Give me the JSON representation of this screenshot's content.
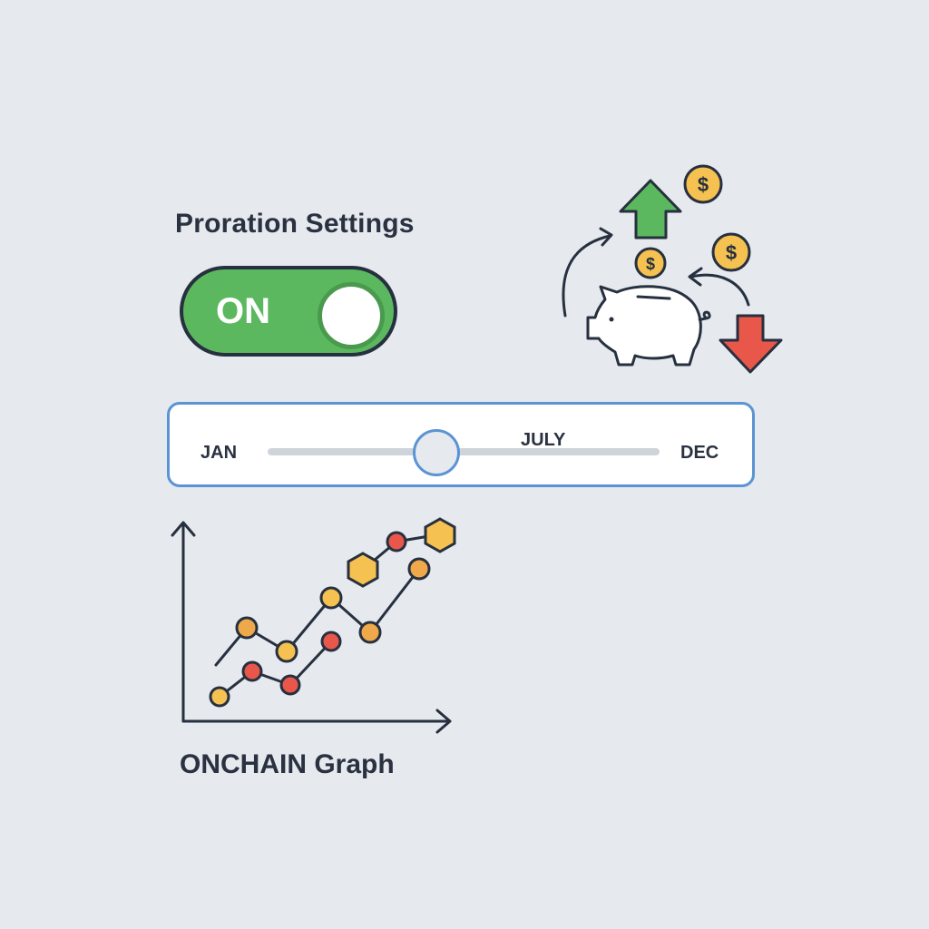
{
  "settings": {
    "title": "Proration Settings",
    "toggle": {
      "label": "ON",
      "state": "on",
      "color": "#5cb85f"
    }
  },
  "illustration": {
    "name": "piggy-bank-cashflow",
    "icons": [
      "up-arrow-icon",
      "down-arrow-icon",
      "dollar-coin-icon",
      "piggy-bank-icon",
      "curved-arrow-icon"
    ],
    "coin_symbol": "$",
    "colors": {
      "up": "#5cb85f",
      "down": "#e8574a",
      "coin": "#f5c150"
    }
  },
  "period_slider": {
    "start_label": "JAN",
    "end_label": "DEC",
    "current_label": "JULY",
    "accent": "#5b93d3"
  },
  "graph": {
    "title": "ONCHAIN Graph"
  },
  "chart_data": {
    "type": "line",
    "title": "ONCHAIN Graph",
    "xlabel": "",
    "ylabel": "",
    "grid": false,
    "series": [
      {
        "name": "series-upper",
        "marker_colors": [
          "#f0a94a",
          "#f5c150",
          "#f5c150",
          "#f0a94a",
          "#f5c150"
        ],
        "points": [
          [
            238,
            733
          ],
          [
            272,
            692
          ],
          [
            316,
            718
          ],
          [
            365,
            659
          ],
          [
            408,
            697
          ],
          [
            462,
            627
          ]
        ]
      },
      {
        "name": "series-lower",
        "points": [
          [
            242,
            768
          ],
          [
            278,
            740
          ],
          [
            320,
            755
          ],
          [
            365,
            707
          ]
        ]
      },
      {
        "name": "series-top",
        "points": [
          [
            400,
            628
          ],
          [
            437,
            597
          ],
          [
            485,
            589
          ]
        ]
      }
    ]
  }
}
